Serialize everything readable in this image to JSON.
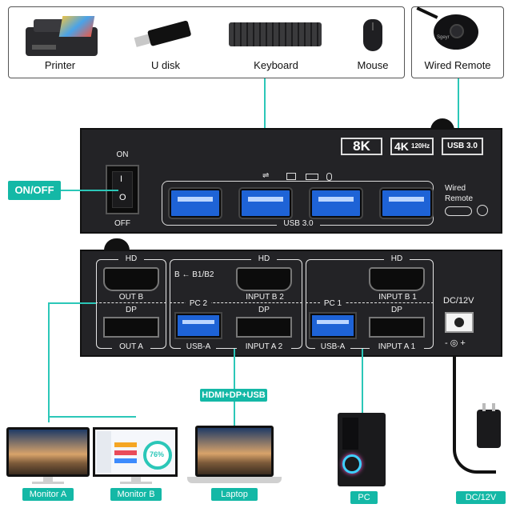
{
  "peripherals": {
    "printer": "Printer",
    "udisk": "U disk",
    "keyboard": "Keyboard",
    "mouse": "Mouse",
    "wired_remote": "Wired Remote",
    "remote_brand": "Sgeyr"
  },
  "front_panel": {
    "badge_8k": "8K",
    "badge_4k": "4K",
    "badge_120hz": "120Hz",
    "badge_usb3": "USB 3.0",
    "on": "ON",
    "off": "OFF",
    "switch_on_symbol": "I",
    "switch_off_symbol": "O",
    "usb_label": "USB  3.0",
    "wired_remote_line1": "Wired",
    "wired_remote_line2": "Remote"
  },
  "onoff_tag": "ON/OFF",
  "back_panel": {
    "hd1": "HD",
    "out_b": "OUT B",
    "dp1": "DP",
    "out_a": "OUT A",
    "b_arrow": "B ← B1/B2",
    "hd2": "HD",
    "input_b2": "INPUT B 2",
    "pc2": "PC 2",
    "dp2": "DP",
    "usb_a_1": "USB-A",
    "input_a2": "INPUT A 2",
    "hd3": "HD",
    "input_b1": "INPUT B 1",
    "pc1": "PC 1",
    "dp3": "DP",
    "usb_a_2": "USB-A",
    "input_a1": "INPUT A 1",
    "dc": "DC/12V",
    "polarity": "- ◎ +"
  },
  "hub_tag": "HDMI+DP+USB",
  "bottom_tags": {
    "monitor_a": "Monitor A",
    "monitor_b": "Monitor B",
    "laptop": "Laptop",
    "pc": "PC",
    "dc": "DC/12V"
  },
  "monitor_b_screen": {
    "percent": "76%"
  },
  "colors": {
    "teal": "#14b8a6",
    "usb_blue": "#1e63d6",
    "panel": "#232326"
  }
}
